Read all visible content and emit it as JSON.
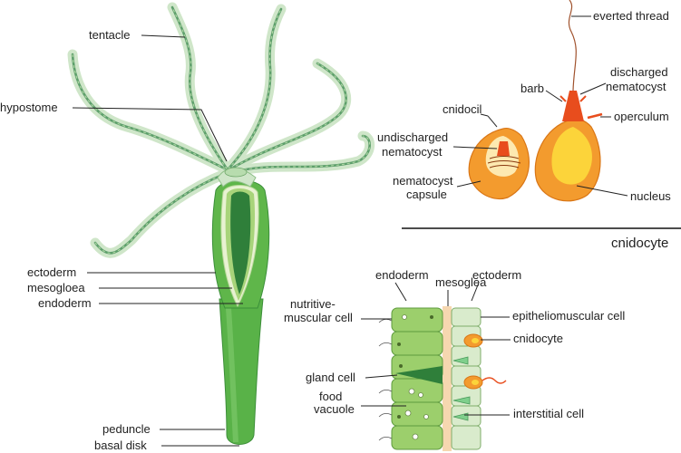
{
  "hydra_labels": {
    "tentacle": "tentacle",
    "hypostome": "hypostome",
    "ectoderm": "ectoderm",
    "mesogloea": "mesogloea",
    "endoderm": "endoderm",
    "peduncle": "peduncle",
    "basal_disk": "basal disk"
  },
  "cnidocyte_labels": {
    "everted_thread": "everted thread",
    "discharged_nematocyst_1": "discharged",
    "discharged_nematocyst_2": "nematocyst",
    "barb": "barb",
    "cnidocil": "cnidocil",
    "operculum": "operculum",
    "undischarged_1": "undischarged",
    "undischarged_2": "nematocyst",
    "capsule_1": "nematocyst",
    "capsule_2": "capsule",
    "nucleus": "nucleus",
    "title": "cnidocyte"
  },
  "wall_labels": {
    "endoderm": "endoderm",
    "mesoglea": "mesoglea",
    "ectoderm": "ectoderm",
    "nutritive_1": "nutritive-",
    "nutritive_2": "muscular cell",
    "epitheliomuscular": "epitheliomuscular cell",
    "cnidocyte": "cnidocyte",
    "gland_cell": "gland cell",
    "food_vacuole_1": "food",
    "food_vacuole_2": "vacuole",
    "interstitial": "interstitial cell"
  },
  "colors": {
    "tentacle_fill": "#cfe6c9",
    "tentacle_core": "#4f9a63",
    "body_green": "#5fb64a",
    "body_dark": "#2f7f3a",
    "endoderm_cell": "#9ccf6c",
    "ectoderm_cell": "#d9ebcc",
    "mesoglea": "#f6d7b0",
    "capsule_orange": "#f08c1c",
    "capsule_yellow": "#fcd43a",
    "thread_red": "#e84d1d"
  },
  "icons": [
    "hydra-body-icon",
    "cnidocyte-icon",
    "body-wall-icon"
  ]
}
